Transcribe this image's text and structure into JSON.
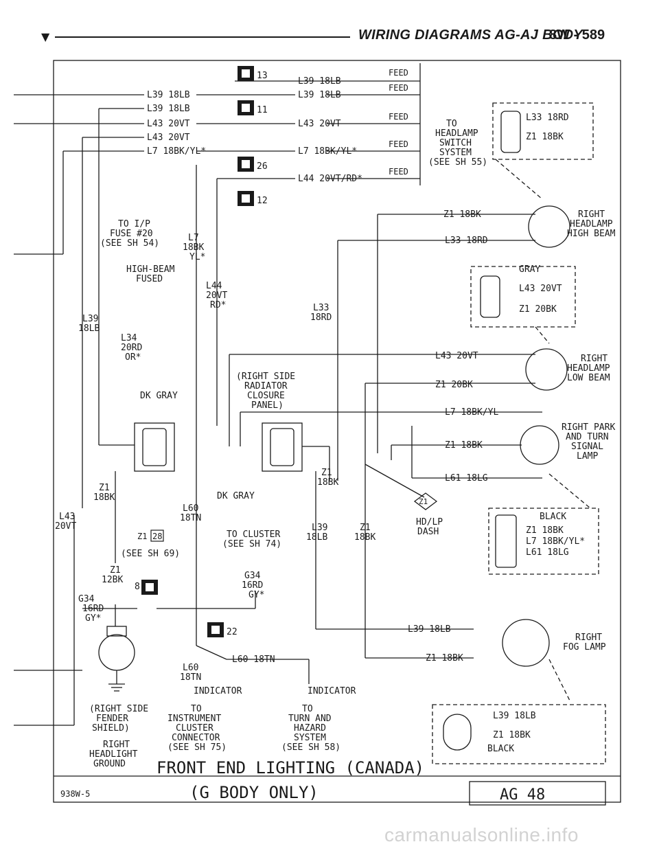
{
  "header": {
    "title": "WIRING DIAGRAMS AG-AJ BODY",
    "page": "8W - 589"
  },
  "connectors": {
    "c13": "13",
    "c11": "11",
    "c26": "26",
    "c12": "12",
    "c8": "8",
    "c22": "22",
    "c28": "28"
  },
  "wires": {
    "l39_18lb": "L39 18LB",
    "l43_20vt": "L43 20VT",
    "l7_18bk_yl": "L7 18BK/YL",
    "l7_18bk_yl_star": "L7 18BK/YL*",
    "l44_20vt_rd_star": "L44 20VT/RD*",
    "z1_18bk": "Z1 18BK",
    "z1_20bk": "Z1 20BK",
    "l33_18rd": "L33 18RD",
    "l61_18lg": "L61 18LG",
    "l60_18tn": "L60 18TN",
    "feed": "FEED"
  },
  "vertical_labels": {
    "l7": [
      "L7",
      "18BK",
      "YL*"
    ],
    "l44": [
      "L44",
      "20VT",
      "RD*"
    ],
    "l33": [
      "L33",
      "18RD"
    ],
    "l39": [
      "L39",
      "18LB"
    ],
    "l34": [
      "L34",
      "20RD",
      "OR*"
    ],
    "l43": [
      "L43",
      "20VT"
    ],
    "z1a": [
      "Z1",
      "18BK"
    ],
    "z1b": [
      "Z1",
      "18BK"
    ],
    "l39b": [
      "L39",
      "18LB"
    ],
    "z1c": [
      "Z1",
      "18BK"
    ],
    "l60a": [
      "L60",
      "18TN"
    ],
    "z1_12bk": [
      "Z1",
      "12BK"
    ],
    "g34": [
      "G34",
      "16RD",
      "GY*"
    ],
    "g34b": [
      "G34",
      "16RD",
      "GY*"
    ],
    "l60b": [
      "L60",
      "18TN"
    ]
  },
  "notes": {
    "to_headlamp": [
      "TO",
      "HEADLAMP",
      "SWITCH",
      "SYSTEM",
      "(SEE SH 55)"
    ],
    "to_ip_fuse": [
      "TO I/P",
      "FUSE #20",
      "(SEE SH 54)"
    ],
    "high_beam_fused": [
      "HIGH-BEAM",
      "FUSED"
    ],
    "dk_gray": "DK GRAY",
    "radiator_panel": [
      "(RIGHT SIDE",
      "RADIATOR",
      "CLOSURE",
      "PANEL)"
    ],
    "to_cluster": [
      "TO CLUSTER",
      "(SEE SH 74)"
    ],
    "hd_lp_dash": [
      "HD/LP",
      "DASH"
    ],
    "see_sh_69": "(SEE SH 69)",
    "right_fender": [
      "(RIGHT SIDE",
      "FENDER",
      "SHIELD)"
    ],
    "right_hl_ground": [
      "RIGHT",
      "HEADLIGHT",
      "GROUND"
    ],
    "indicator": "INDICATOR",
    "to_inst_cluster": [
      "TO",
      "INSTRUMENT",
      "CLUSTER",
      "CONNECTOR",
      "(SEE SH 75)"
    ],
    "to_turn_hazard": [
      "TO",
      "TURN AND",
      "HAZARD",
      "SYSTEM",
      "(SEE SH 58)"
    ],
    "z1_tag": "Z1"
  },
  "components": {
    "right_hl_high": [
      "RIGHT",
      "HEADLAMP",
      "HIGH BEAM"
    ],
    "right_hl_low": [
      "RIGHT",
      "HEADLAMP",
      "LOW BEAM"
    ],
    "right_park": [
      "RIGHT PARK",
      "AND TURN",
      "SIGNAL",
      "LAMP"
    ],
    "right_fog": [
      "RIGHT",
      "FOG LAMP"
    ]
  },
  "connector_views": {
    "gray": "GRAY",
    "black": "BLACK",
    "black2": "BLACK"
  },
  "footer": {
    "title_line1": "FRONT END LIGHTING (CANADA)",
    "title_line2": "(G BODY ONLY)",
    "ref": "938W-5",
    "code": "AG 48",
    "watermark": "carmanualsonline.info"
  }
}
